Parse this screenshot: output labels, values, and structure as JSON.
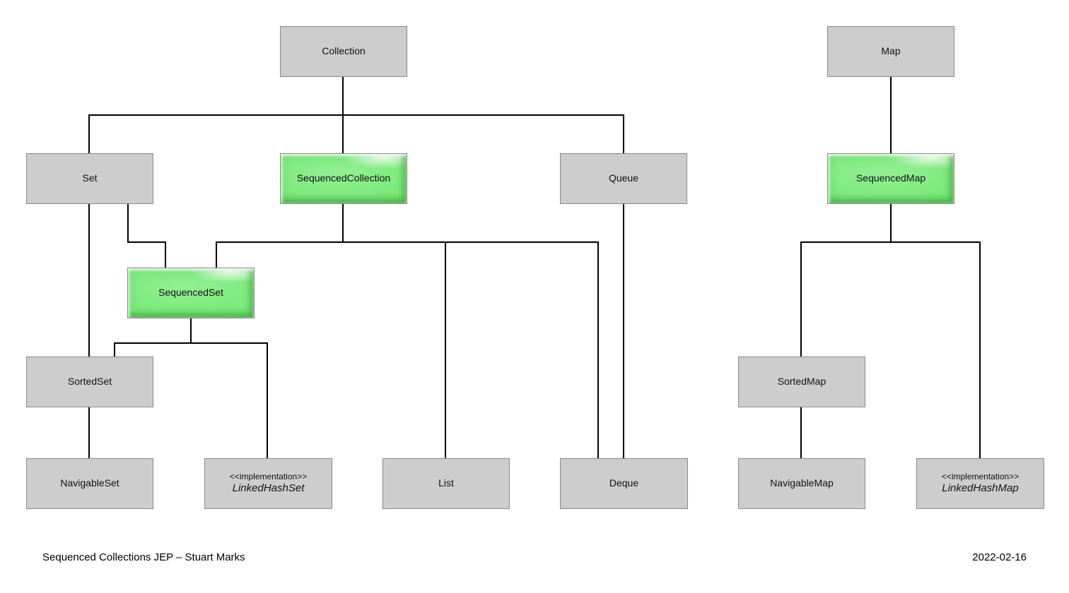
{
  "nodes": {
    "collection": {
      "label": "Collection"
    },
    "map": {
      "label": "Map"
    },
    "set": {
      "label": "Set"
    },
    "sequencedcollection": {
      "label": "SequencedCollection",
      "highlight": true
    },
    "queue": {
      "label": "Queue"
    },
    "sequencedmap": {
      "label": "SequencedMap",
      "highlight": true
    },
    "sequencedset": {
      "label": "SequencedSet",
      "highlight": true
    },
    "sortedset": {
      "label": "SortedSet"
    },
    "sortedmap": {
      "label": "SortedMap"
    },
    "navigableset": {
      "label": "NavigableSet"
    },
    "linkedhashset": {
      "stereotype": "<<implementation>>",
      "label": "LinkedHashSet"
    },
    "list": {
      "label": "List"
    },
    "deque": {
      "label": "Deque"
    },
    "navigablemap": {
      "label": "NavigableMap"
    },
    "linkedhashmap": {
      "stereotype": "<<implementation>>",
      "label": "LinkedHashMap"
    }
  },
  "edges": [
    {
      "from": "Collection",
      "to": "Set"
    },
    {
      "from": "Collection",
      "to": "SequencedCollection"
    },
    {
      "from": "Collection",
      "to": "Queue"
    },
    {
      "from": "Set",
      "to": "SequencedSet"
    },
    {
      "from": "Set",
      "to": "SortedSet"
    },
    {
      "from": "SequencedCollection",
      "to": "SequencedSet"
    },
    {
      "from": "SequencedCollection",
      "to": "List"
    },
    {
      "from": "SequencedCollection",
      "to": "Deque"
    },
    {
      "from": "Queue",
      "to": "Deque"
    },
    {
      "from": "SequencedSet",
      "to": "SortedSet"
    },
    {
      "from": "SequencedSet",
      "to": "LinkedHashSet"
    },
    {
      "from": "SortedSet",
      "to": "NavigableSet"
    },
    {
      "from": "Map",
      "to": "SequencedMap"
    },
    {
      "from": "SequencedMap",
      "to": "SortedMap"
    },
    {
      "from": "SequencedMap",
      "to": "LinkedHashMap"
    },
    {
      "from": "SortedMap",
      "to": "NavigableMap"
    }
  ],
  "colors": {
    "node_fill": "#cdcdcd",
    "node_border": "#8a8a8a",
    "highlight_fill": "#75e775",
    "line": "#000000",
    "background": "#ffffff"
  },
  "footer": {
    "left": "Sequenced Collections JEP – Stuart Marks",
    "right": "2022-02-16"
  }
}
